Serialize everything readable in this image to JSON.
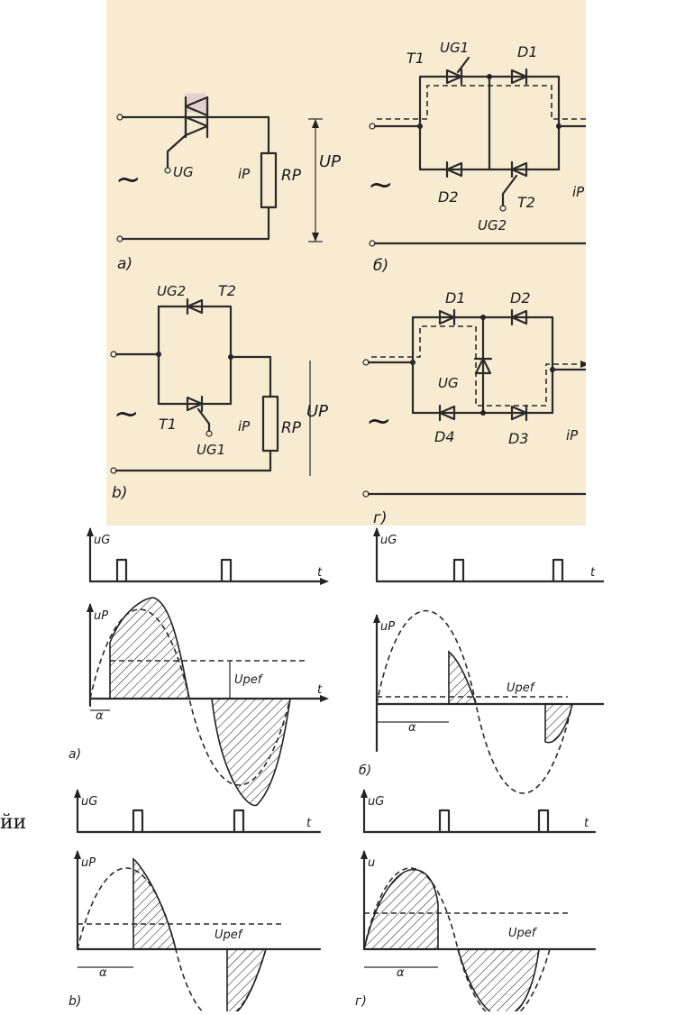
{
  "side_text": "йи",
  "circuit_labels": {
    "a": "a)",
    "b": "б)",
    "c": "b)",
    "d": "г)",
    "tilde": "~",
    "UG": "UG",
    "UG1": "UG1",
    "UG2": "UG2",
    "UP": "UP",
    "iP": "iP",
    "RP": "RP",
    "T1": "T1",
    "T2": "T2",
    "D1": "D1",
    "D2": "D2",
    "D3": "D3",
    "D4": "D4"
  },
  "wave_labels": {
    "uG": "uG",
    "uP": "uP",
    "u": "u",
    "t": "t",
    "Upef": "Upef",
    "alpha": "α",
    "a": "a)",
    "b": "б)",
    "c": "b)",
    "d": "г)"
  },
  "colors": {
    "paper": "#f7ebd2",
    "ink": "#2a2a2a",
    "marker": "#c9a0c8"
  }
}
